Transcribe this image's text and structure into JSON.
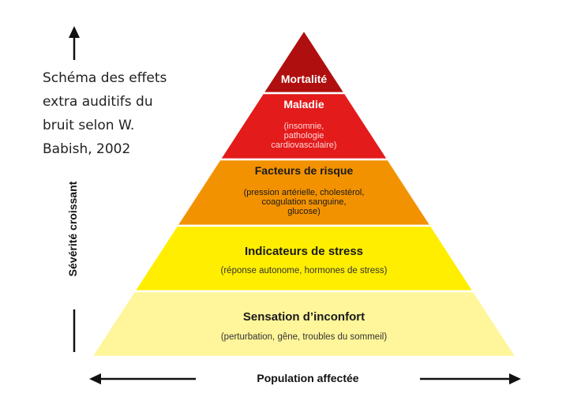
{
  "caption": {
    "lines": [
      "Schéma des effets",
      "extra auditifs du",
      "bruit selon W.",
      "Babish, 2002"
    ]
  },
  "axes": {
    "vertical_label": "Sévérité croissant",
    "horizontal_label": "Population affectée"
  },
  "levels": [
    {
      "title": "Mortalité",
      "detail": [],
      "color": "#b00f0f",
      "title_color": "#ffffff",
      "detail_color": "#ffffff"
    },
    {
      "title": "Maladie",
      "detail": [
        "(insomnie,",
        "pathologie",
        "cardiovasculaire)"
      ],
      "color": "#e31b1b",
      "title_color": "#ffffff",
      "detail_color": "#ffd6d6"
    },
    {
      "title": "Facteurs de risque",
      "detail": [
        "(pression artérielle, cholestérol,",
        "coagulation sanguine,",
        "glucose)"
      ],
      "color": "#f39200",
      "title_color": "#1a1a1a",
      "detail_color": "#1a1a1a"
    },
    {
      "title": "Indicateurs de stress",
      "detail": [
        "(réponse autonome, hormones de stress)"
      ],
      "color": "#ffee00",
      "title_color": "#1a1a1a",
      "detail_color": "#333333"
    },
    {
      "title": "Sensation d’inconfort",
      "detail": [
        "(perturbation, gêne, troubles du sommeil)"
      ],
      "color": "#fff59a",
      "title_color": "#1a1a1a",
      "detail_color": "#333333"
    }
  ],
  "icons": {
    "up_arrow": "arrow-up-icon",
    "left_arrow": "arrow-left-icon",
    "right_arrow": "arrow-right-icon"
  }
}
